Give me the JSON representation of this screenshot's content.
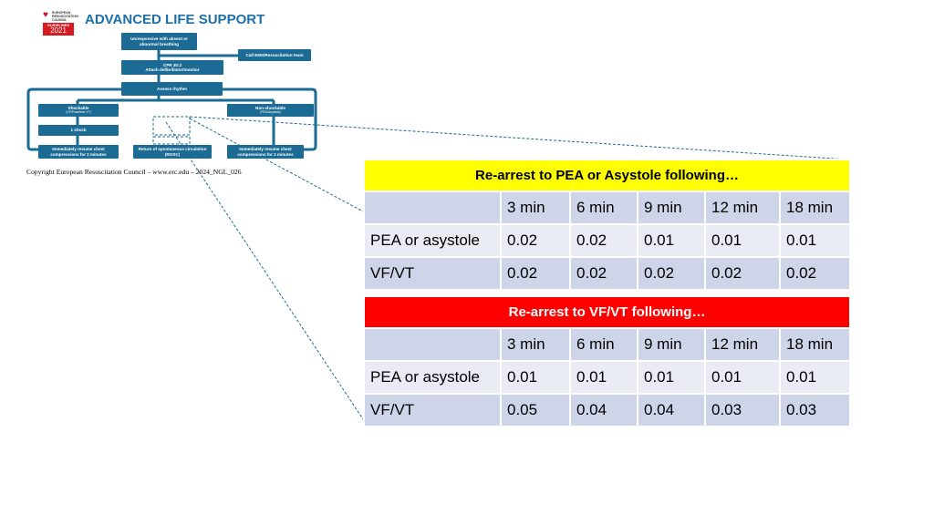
{
  "header": {
    "title": "ADVANCED LIFE SUPPORT",
    "logo_org": "EUROPEAN\nRESUSCITATION\nCOUNCIL",
    "logo_guidelines": "GUIDELINES",
    "logo_year": "2021"
  },
  "flowchart": {
    "unresponsive": "Unresponsive with absent or abnormal breathing",
    "call_team": "Call EMS/Resuscitation team",
    "cpr": "CPR 30:2",
    "cpr_sub": "Attach defibrillator/monitor",
    "assess": "Assess rhythm",
    "shockable": "Shockable",
    "shockable_sub": "(VF/Pulseless VT)",
    "non_shockable": "Non-shockable",
    "non_shockable_sub": "(PEA/Asystole)",
    "one_shock": "1 shock",
    "resume_left": "Immediately resume chest compressions for 2 minutes",
    "rosc": "Return of spontaneous circulation (ROSC)",
    "resume_right": "Immediately resume chest compressions for 2 minutes"
  },
  "copyright": "Copyright European Resuscitation Council – www.erc.edu – 2024_NGL_026",
  "tables": [
    {
      "title": "Re-arrest to PEA or Asystole following…",
      "header_color": "#ffff00",
      "columns": [
        "3 min",
        "6 min",
        "9 min",
        "12 min",
        "18 min"
      ],
      "rows": [
        {
          "label": "PEA or asystole",
          "values": [
            "0.02",
            "0.02",
            "0.01",
            "0.01",
            "0.01"
          ]
        },
        {
          "label": "VF/VT",
          "values": [
            "0.02",
            "0.02",
            "0.02",
            "0.02",
            "0.02"
          ]
        }
      ]
    },
    {
      "title": "Re-arrest to VF/VT following…",
      "header_color": "#ff0000",
      "columns": [
        "3 min",
        "6 min",
        "9 min",
        "12 min",
        "18 min"
      ],
      "rows": [
        {
          "label": "PEA or asystole",
          "values": [
            "0.01",
            "0.01",
            "0.01",
            "0.01",
            "0.01"
          ]
        },
        {
          "label": "VF/VT",
          "values": [
            "0.05",
            "0.04",
            "0.04",
            "0.03",
            "0.03"
          ]
        }
      ]
    }
  ],
  "colors": {
    "flow_box": "#1b6b94",
    "title_blue": "#1c6fa8",
    "row_dark": "#cfd5e8",
    "row_light": "#e9ebf5"
  }
}
